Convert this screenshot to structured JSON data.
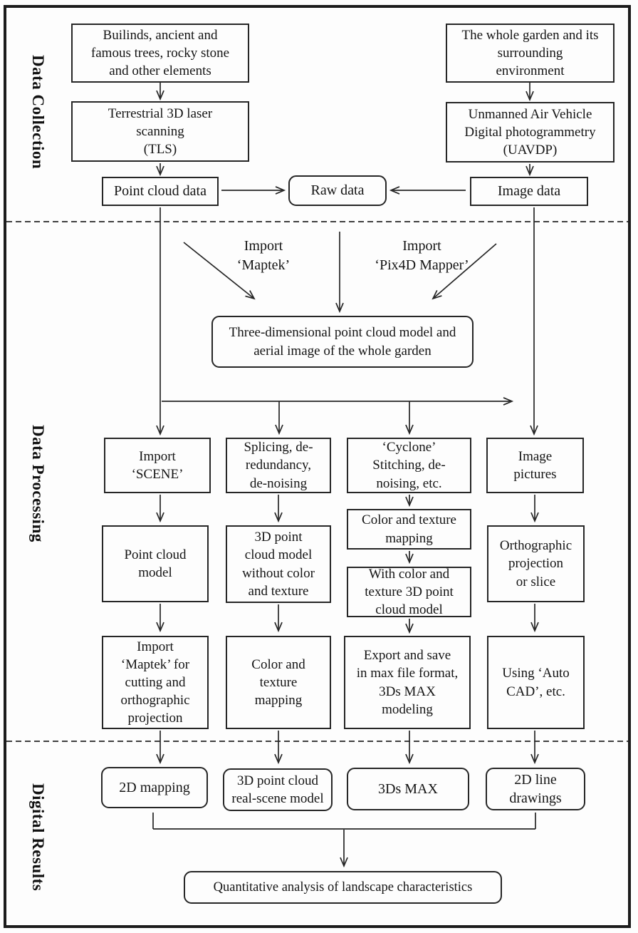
{
  "figure": {
    "type": "flowchart",
    "description": "Workflow diagram from data collection with TLS and UAVDP to digital results and quantitative landscape analysis"
  },
  "sections": [
    {
      "label": "Data Collection"
    },
    {
      "label": "Data Processing"
    },
    {
      "label": "Digital Results"
    }
  ],
  "nodes": {
    "elements": "Builinds, ancient and\nfamous trees, rocky stone\nand other elements",
    "tls": "Terrestrial 3D laser\nscanning\n(TLS)",
    "point_cloud_data": "Point cloud data",
    "garden": "The whole garden and its\nsurrounding\nenvironment",
    "uavdp": "Unmanned Air Vehicle\nDigital photogrammetry\n(UAVDP)",
    "image_data": "Image data",
    "raw_data": "Raw data",
    "import_maptek": "Import\n‘Maptek’",
    "import_pix4d": "Import\n‘Pix4D Mapper’",
    "three_dimensional_model": "Three-dimensional point cloud model and\naerial image of the whole garden",
    "import_scene": "Import\n‘SCENE’",
    "splicing": "Splicing, de-\nredundancy,\nde-noising",
    "cyclone": "‘Cyclone’\nStitching, de-\nnoising, etc.",
    "image_pictures": "Image\npictures",
    "point_cloud_model": "Point cloud\nmodel",
    "model_without_color": "3D point\ncloud model\nwithout color\nand texture",
    "color_texture_mapping_a": "Color and texture\nmapping",
    "with_color_model": "With color and\ntexture 3D point\ncloud model",
    "orthographic": "Orthographic\nprojection\nor slice",
    "import_maptek_cutting": "Import\n‘Maptek’ for\ncutting and\northographic\nprojection",
    "color_texture_mapping_b": "Color and\ntexture\nmapping",
    "export_save": "Export and save\nin max file format,\n3Ds MAX\nmodeling",
    "auto_cad": "Using ‘Auto\nCAD’, etc.",
    "mapping_2d": "2D mapping",
    "real_scene_model": "3D point cloud\nreal-scene model",
    "ds_max": "3Ds MAX",
    "line_drawings_2d": "2D line\ndrawings",
    "quantitative": "Quantitative analysis of landscape characteristics"
  },
  "colors": {
    "line": "#262626",
    "border": "#262626",
    "background": "#fdfdfd",
    "text": "#141414"
  }
}
